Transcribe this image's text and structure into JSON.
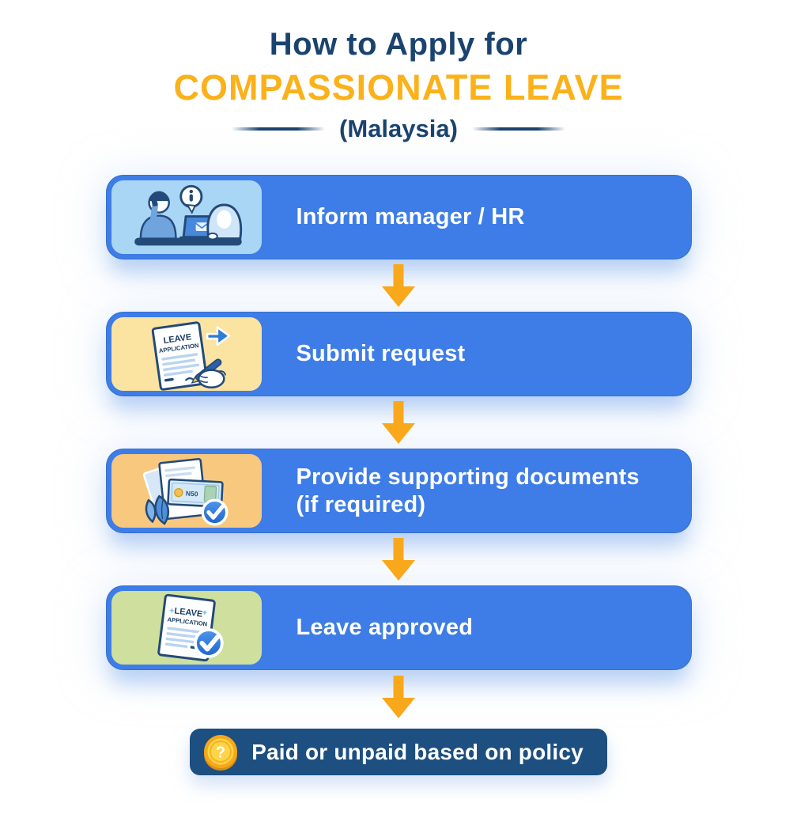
{
  "title": {
    "line1": "How to Apply for",
    "line2": "COMPASSIONATE LEAVE",
    "line3": "(Malaysia)"
  },
  "steps": [
    {
      "label_line1": "Inform manager / HR",
      "label_line2": "",
      "icon": "colleagues-informing-icon",
      "panel_color": "#A9D6F5"
    },
    {
      "label_line1": "Submit request",
      "label_line2": "",
      "icon": "leave-application-signing-icon",
      "panel_color": "#FBE4A1",
      "doc_line1": "LEAVE",
      "doc_line2": "APPLICATION"
    },
    {
      "label_line1": "Provide supporting documents",
      "label_line2": "(if required)",
      "icon": "supporting-documents-icon",
      "panel_color": "#F7C87E",
      "note_text": "N50"
    },
    {
      "label_line1": "Leave approved",
      "label_line2": "",
      "icon": "leave-approved-icon",
      "panel_color": "#CEDF9E",
      "doc_line1": "LEAVE",
      "doc_line2": "APPLICATION"
    }
  ],
  "footer": {
    "label": "Paid or unpaid based on policy",
    "icon": "coin-question-icon",
    "coin_symbol": "?"
  },
  "colors": {
    "heading_navy": "#1A436F",
    "heading_gold": "#FBB11A",
    "card_blue": "#3E7DE7",
    "panel_blue": "#A9D6F5",
    "panel_cream": "#FBE4A1",
    "panel_peach": "#F7C87E",
    "panel_green": "#CEDF9E",
    "arrow_gold": "#F9A81B",
    "footer_navy": "#1D4F80",
    "check_blue": "#2E7CD6"
  }
}
